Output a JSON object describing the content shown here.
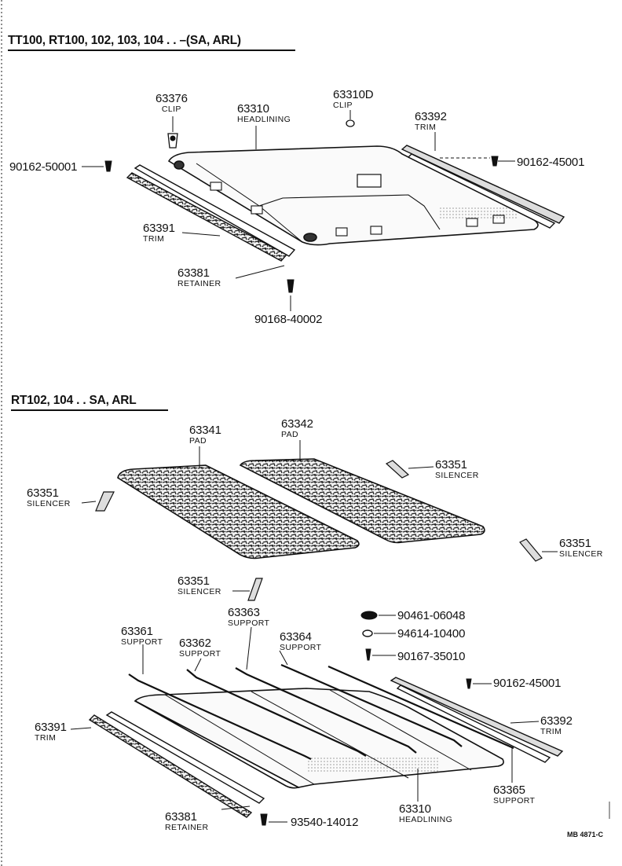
{
  "titles": {
    "top": "TT100, RT100, 102, 103, 104 . . –(SA, ARL)",
    "bottom": "RT102, 104 . . SA, ARL"
  },
  "ref": "MB 4871-C",
  "callouts": {
    "c63376": {
      "num": "63376",
      "name": "CLIP"
    },
    "c63310_top": {
      "num": "63310",
      "name": "HEADLINING"
    },
    "c63310d": {
      "num": "63310D",
      "name": "CLIP"
    },
    "c63392_top": {
      "num": "63392",
      "name": "TRIM"
    },
    "c90162_50001": {
      "num": "90162-50001"
    },
    "c90162_45001_top": {
      "num": "90162-45001"
    },
    "c63391_top": {
      "num": "63391",
      "name": "TRIM"
    },
    "c63381_top": {
      "num": "63381",
      "name": "RETAINER"
    },
    "c90168_40002": {
      "num": "90168-40002"
    },
    "c63341": {
      "num": "63341",
      "name": "PAD"
    },
    "c63342": {
      "num": "63342",
      "name": "PAD"
    },
    "c63351_a": {
      "num": "63351",
      "name": "SILENCER"
    },
    "c63351_b": {
      "num": "63351",
      "name": "SILENCER"
    },
    "c63351_c": {
      "num": "63351",
      "name": "SILENCER"
    },
    "c63351_d": {
      "num": "63351",
      "name": "SILENCER"
    },
    "c63363": {
      "num": "63363",
      "name": "SUPPORT"
    },
    "c63361": {
      "num": "63361",
      "name": "SUPPORT"
    },
    "c63362": {
      "num": "63362",
      "name": "SUPPORT"
    },
    "c63364": {
      "num": "63364",
      "name": "SUPPORT"
    },
    "c90461_06048": {
      "num": "90461-06048"
    },
    "c94614_10400": {
      "num": "94614-10400"
    },
    "c90167_35010": {
      "num": "90167-35010"
    },
    "c90162_45001_bot": {
      "num": "90162-45001"
    },
    "c63392_bot": {
      "num": "63392",
      "name": "TRIM"
    },
    "c63391_bot": {
      "num": "63391",
      "name": "TRIM"
    },
    "c63365": {
      "num": "63365",
      "name": "SUPPORT"
    },
    "c63310_bot": {
      "num": "63310",
      "name": "HEADLINING"
    },
    "c63381_bot": {
      "num": "63381",
      "name": "RETAINER"
    },
    "c93540_14012": {
      "num": "93540-14012"
    }
  }
}
